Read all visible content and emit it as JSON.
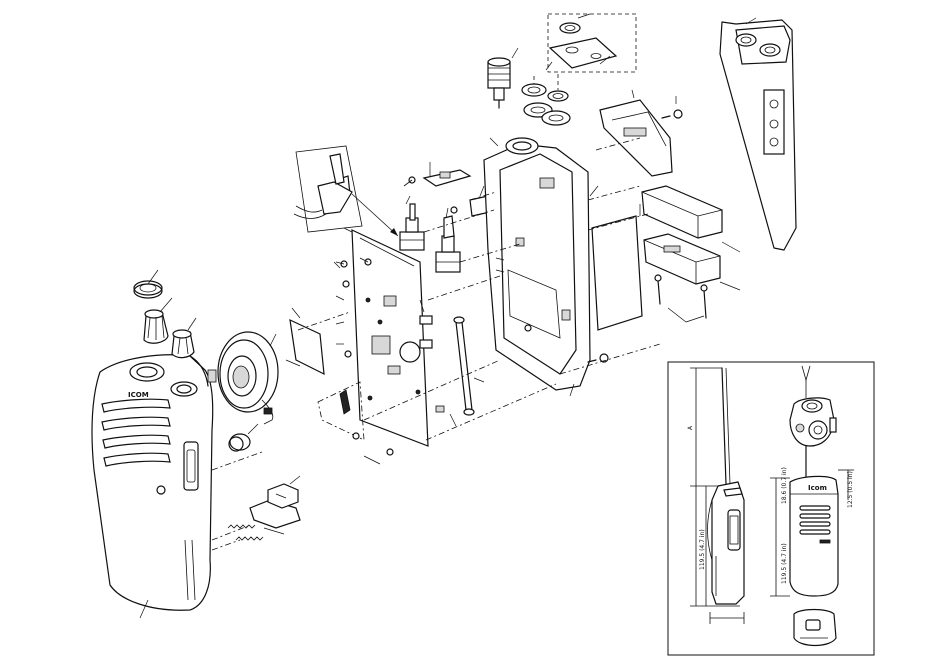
{
  "brand": {
    "radio_logo": "ICOM",
    "inset_logo": "Icom"
  },
  "dimensions": {
    "height_a": "A",
    "body_height": "119.5 (4.7 in)",
    "depth_1": "18.6 (0.7 in)",
    "depth_2": "12.5 (0.5 in)",
    "body_height_side": "119.5 (4.7 in)"
  }
}
